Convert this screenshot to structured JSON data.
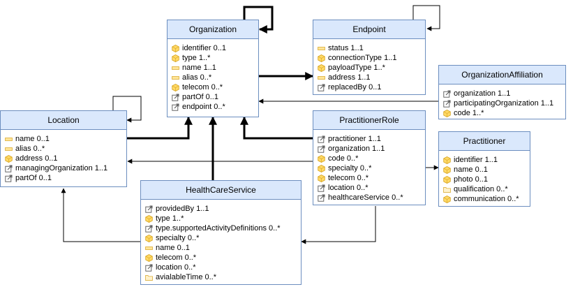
{
  "classes": [
    {
      "id": "organization",
      "title": "Organization",
      "attrs": [
        {
          "icon": "element-icon",
          "text": "identifier 0..1"
        },
        {
          "icon": "element-icon",
          "text": "type 1..*"
        },
        {
          "icon": "primitive-icon",
          "text": "name 1..1"
        },
        {
          "icon": "primitive-icon",
          "text": "alias 0..*"
        },
        {
          "icon": "element-icon",
          "text": "telecom 0..*"
        },
        {
          "icon": "reference-icon",
          "text": "partOf 0..1"
        },
        {
          "icon": "reference-icon",
          "text": "endpoint 0..*"
        }
      ]
    },
    {
      "id": "endpoint",
      "title": "Endpoint",
      "attrs": [
        {
          "icon": "primitive-icon",
          "text": "status 1..1"
        },
        {
          "icon": "element-icon",
          "text": "connectionType 1..1"
        },
        {
          "icon": "element-icon",
          "text": "payloadType 1..*"
        },
        {
          "icon": "primitive-icon",
          "text": "address 1..1"
        },
        {
          "icon": "reference-icon",
          "text": "replacedBy 0..1"
        }
      ]
    },
    {
      "id": "organization-affiliation",
      "title": "OrganizationAffiliation",
      "attrs": [
        {
          "icon": "reference-icon",
          "text": "organization 1..1"
        },
        {
          "icon": "reference-icon",
          "text": "participatingOrganization 1..1"
        },
        {
          "icon": "element-icon",
          "text": "code 1..*"
        }
      ]
    },
    {
      "id": "location",
      "title": "Location",
      "attrs": [
        {
          "icon": "primitive-icon",
          "text": "name 0..1"
        },
        {
          "icon": "primitive-icon",
          "text": "alias 0..*"
        },
        {
          "icon": "element-icon",
          "text": "address 0..1"
        },
        {
          "icon": "reference-icon",
          "text": "managingOrganization 1..1"
        },
        {
          "icon": "reference-icon",
          "text": "partOf 0..1"
        }
      ]
    },
    {
      "id": "practitioner-role",
      "title": "PractitionerRole",
      "attrs": [
        {
          "icon": "reference-icon",
          "text": "practitioner 1..1"
        },
        {
          "icon": "reference-icon",
          "text": "organization 1..1"
        },
        {
          "icon": "element-icon",
          "text": "code 0..*"
        },
        {
          "icon": "element-icon",
          "text": "specialty 0..*"
        },
        {
          "icon": "element-icon",
          "text": "telecom 0..*"
        },
        {
          "icon": "reference-icon",
          "text": "location 0..*"
        },
        {
          "icon": "reference-icon",
          "text": "healthcareService 0..*"
        }
      ]
    },
    {
      "id": "practitioner",
      "title": "Practitioner",
      "attrs": [
        {
          "icon": "element-icon",
          "text": "identifier 1..1"
        },
        {
          "icon": "element-icon",
          "text": "name 0..1"
        },
        {
          "icon": "element-icon",
          "text": "photo 0..1"
        },
        {
          "icon": "folder-icon",
          "text": "qualification 0..*"
        },
        {
          "icon": "element-icon",
          "text": "communication 0..*"
        }
      ]
    },
    {
      "id": "healthcare-service",
      "title": "HealthCareService",
      "attrs": [
        {
          "icon": "reference-icon",
          "text": "providedBy 1..1"
        },
        {
          "icon": "element-icon",
          "text": "type 1..*"
        },
        {
          "icon": "reference-icon",
          "text": "type.supportedActivityDefinitions 0..*"
        },
        {
          "icon": "element-icon",
          "text": "specialty 0..*"
        },
        {
          "icon": "primitive-icon",
          "text": "name 0..1"
        },
        {
          "icon": "element-icon",
          "text": "telecom 0..*"
        },
        {
          "icon": "reference-icon",
          "text": "location 0..*"
        },
        {
          "icon": "folder-icon",
          "text": "avialableTime 0..*"
        }
      ]
    }
  ],
  "colors": {
    "header_fill": "#dae8fc",
    "border": "#6c8ebf",
    "element_icon": "#ffd966",
    "element_icon_stroke": "#d6a31f",
    "primitive_icon": "#ffe599",
    "folder_icon": "#fff2cc",
    "reference_icon": "#555555",
    "edge": "#000000"
  }
}
